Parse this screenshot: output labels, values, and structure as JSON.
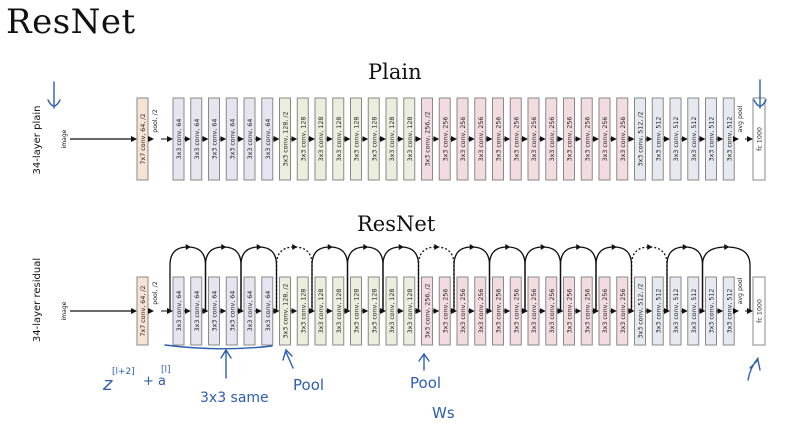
{
  "title": "ResNet",
  "plain": {
    "heading": "Plain",
    "row_label": "34-layer plain"
  },
  "residual": {
    "heading": "ResNet",
    "row_label": "34-layer residual"
  },
  "input_label": "image",
  "pool_label": "pool, /2",
  "avgpool_label": "avg pool",
  "layers": [
    {
      "label": "7x7 conv, 64, /2",
      "group": "stem"
    },
    {
      "label": "3x3 conv, 64",
      "group": "c64"
    },
    {
      "label": "3x3 conv, 64",
      "group": "c64"
    },
    {
      "label": "3x3 conv, 64",
      "group": "c64"
    },
    {
      "label": "3x3 conv, 64",
      "group": "c64"
    },
    {
      "label": "3x3 conv, 64",
      "group": "c64"
    },
    {
      "label": "3x3 conv, 64",
      "group": "c64"
    },
    {
      "label": "3x3 conv, 128, /2",
      "group": "c128"
    },
    {
      "label": "3x3 conv, 128",
      "group": "c128"
    },
    {
      "label": "3x3 conv, 128",
      "group": "c128"
    },
    {
      "label": "3x3 conv, 128",
      "group": "c128"
    },
    {
      "label": "3x3 conv, 128",
      "group": "c128"
    },
    {
      "label": "3x3 conv, 128",
      "group": "c128"
    },
    {
      "label": "3x3 conv, 128",
      "group": "c128"
    },
    {
      "label": "3x3 conv, 128",
      "group": "c128"
    },
    {
      "label": "3x3 conv, 256, /2",
      "group": "c256"
    },
    {
      "label": "3x3 conv, 256",
      "group": "c256"
    },
    {
      "label": "3x3 conv, 256",
      "group": "c256"
    },
    {
      "label": "3x3 conv, 256",
      "group": "c256"
    },
    {
      "label": "3x3 conv, 256",
      "group": "c256"
    },
    {
      "label": "3x3 conv, 256",
      "group": "c256"
    },
    {
      "label": "3x3 conv, 256",
      "group": "c256"
    },
    {
      "label": "3x3 conv, 256",
      "group": "c256"
    },
    {
      "label": "3x3 conv, 256",
      "group": "c256"
    },
    {
      "label": "3x3 conv, 256",
      "group": "c256"
    },
    {
      "label": "3x3 conv, 256",
      "group": "c256"
    },
    {
      "label": "3x3 conv, 256",
      "group": "c256"
    },
    {
      "label": "3x3 conv, 512, /2",
      "group": "c512"
    },
    {
      "label": "3x3 conv, 512",
      "group": "c512"
    },
    {
      "label": "3x3 conv, 512",
      "group": "c512"
    },
    {
      "label": "3x3 conv, 512",
      "group": "c512"
    },
    {
      "label": "3x3 conv, 512",
      "group": "c512"
    },
    {
      "label": "3x3 conv, 512",
      "group": "c512"
    },
    {
      "label": "fc 1000",
      "group": "fc"
    }
  ],
  "skip_connections": [
    {
      "from": 1,
      "to": 3,
      "style": "solid"
    },
    {
      "from": 3,
      "to": 5,
      "style": "solid"
    },
    {
      "from": 5,
      "to": 7,
      "style": "solid"
    },
    {
      "from": 7,
      "to": 9,
      "style": "dashed"
    },
    {
      "from": 9,
      "to": 11,
      "style": "solid"
    },
    {
      "from": 11,
      "to": 13,
      "style": "solid"
    },
    {
      "from": 13,
      "to": 15,
      "style": "solid"
    },
    {
      "from": 15,
      "to": 17,
      "style": "dashed"
    },
    {
      "from": 17,
      "to": 19,
      "style": "solid"
    },
    {
      "from": 19,
      "to": 21,
      "style": "solid"
    },
    {
      "from": 21,
      "to": 23,
      "style": "solid"
    },
    {
      "from": 23,
      "to": 25,
      "style": "solid"
    },
    {
      "from": 25,
      "to": 27,
      "style": "solid"
    },
    {
      "from": 27,
      "to": 29,
      "style": "dashed"
    },
    {
      "from": 29,
      "to": 31,
      "style": "solid"
    },
    {
      "from": 31,
      "to": 33,
      "style": "solid"
    }
  ],
  "colors": {
    "stem": "#f7e3d3",
    "c64": "#e6e4ef",
    "c128": "#ebeedd",
    "c256": "#f2dcdf",
    "c512": "#e6e9f0",
    "fc": "#ffffff",
    "border": "#8a8a8a",
    "ink": "#2c5fb0"
  },
  "annotations": {
    "formula_base": "z",
    "formula_sup1": "[l+2]",
    "formula_plus": "+ a",
    "formula_sup2": "[l]",
    "same_note": "3x3 same",
    "pool_note_1": "Pool",
    "pool_note_2": "Pool",
    "ws_note": "Ws"
  }
}
